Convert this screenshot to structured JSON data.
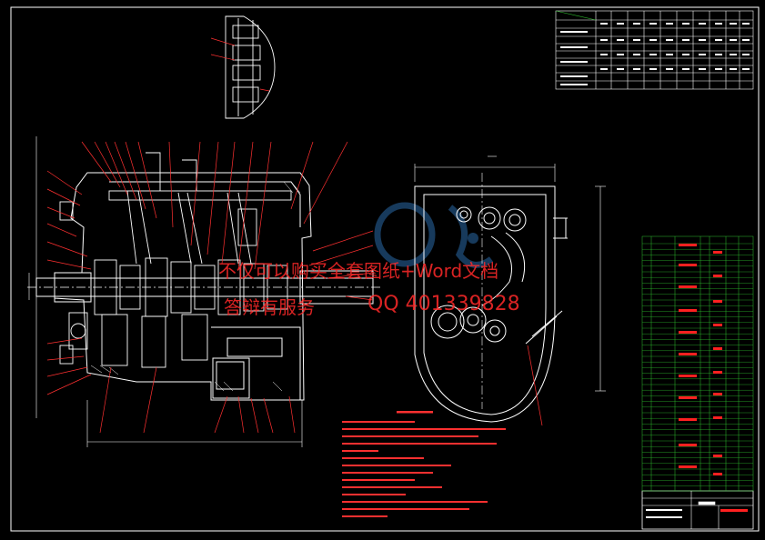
{
  "watermark": {
    "line1": "不仅可以购买全套图纸+Word文档",
    "line2": "答辩有服务",
    "qq": "QQ 401339828"
  },
  "colors": {
    "background": "#000000",
    "frame": "#ffffff",
    "parts": "#ffffff",
    "leaders": "#ff3030",
    "center_lines": "#ffffff",
    "table_green": "#2ec02e",
    "table_red": "#ff2020",
    "watermark": "#ff2a2a",
    "logo": "#2a6aa8"
  },
  "icons": {
    "logo": "watermark-logo-icon"
  }
}
